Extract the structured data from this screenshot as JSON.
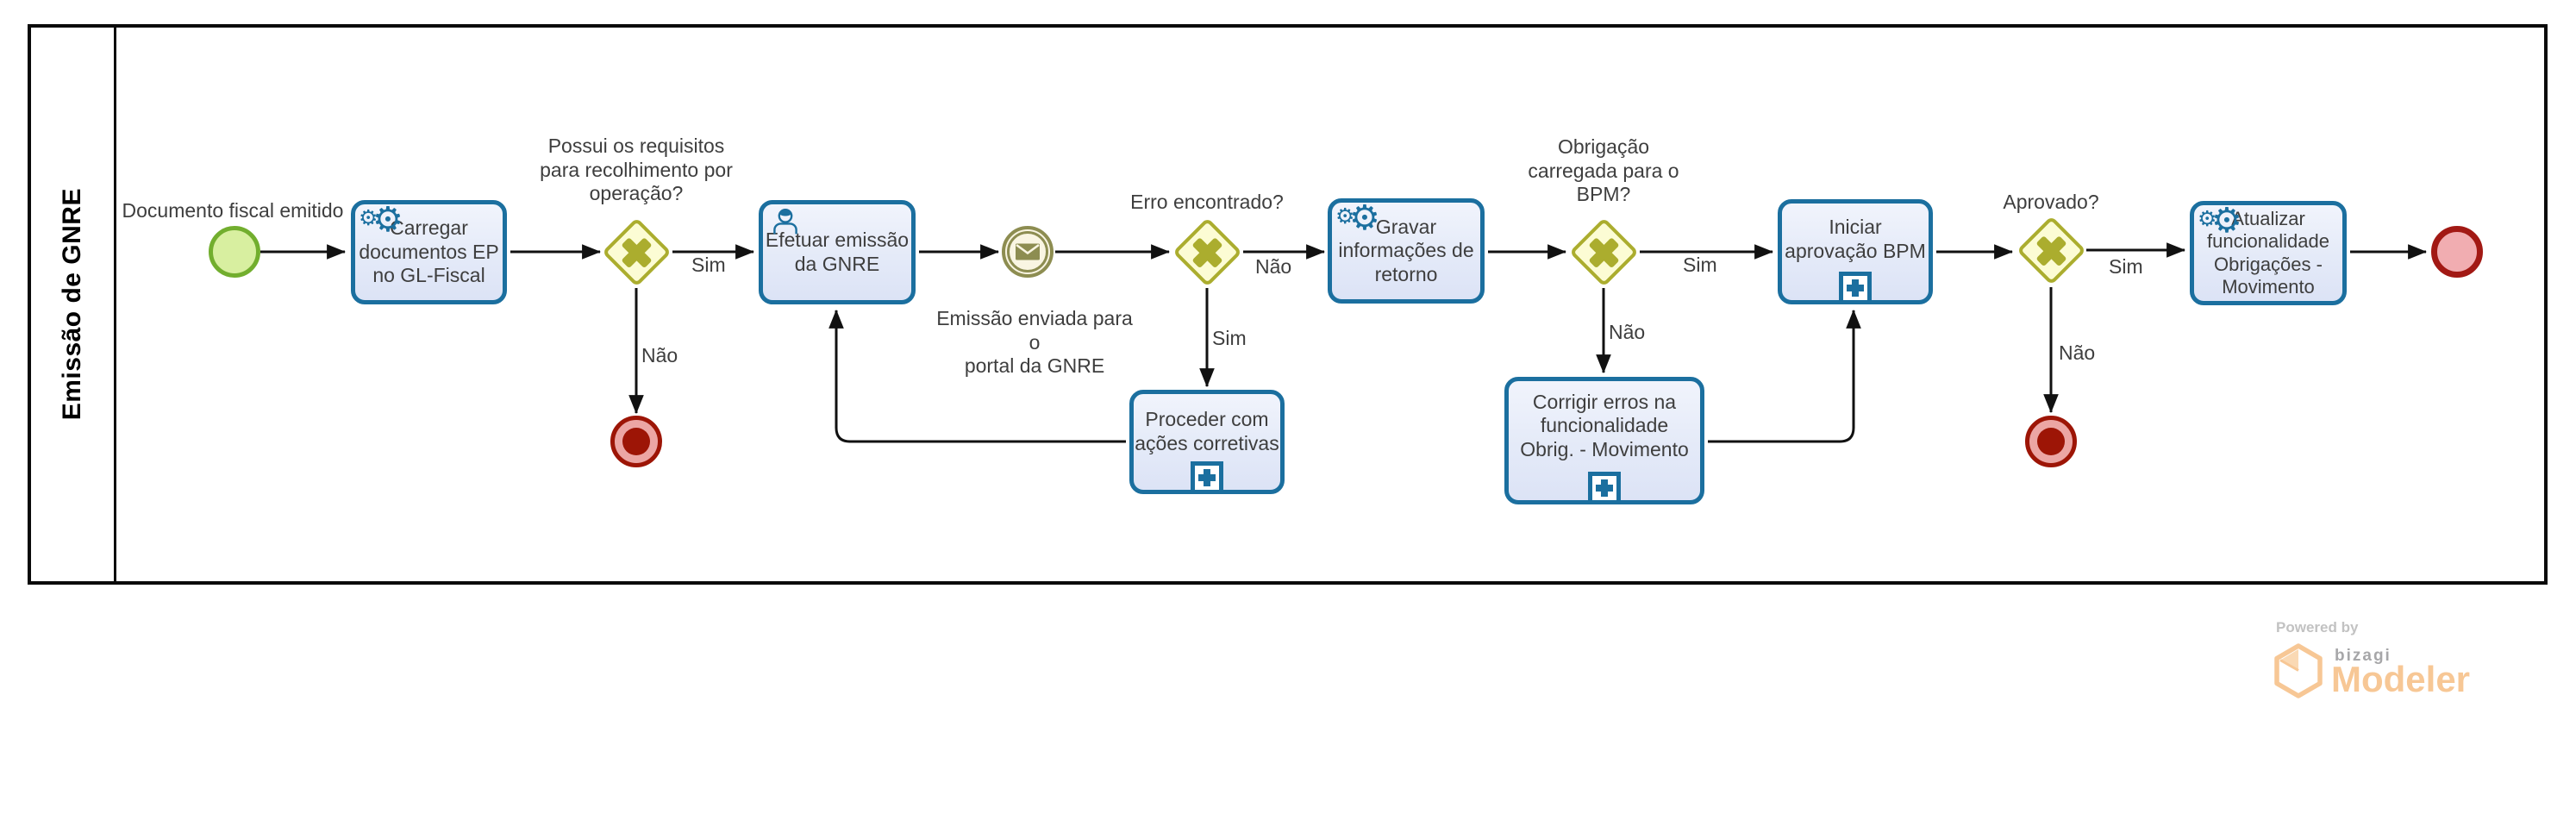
{
  "pool": {
    "title": "Emissão de GNRE"
  },
  "events": {
    "start_label": "Documento fiscal emitido",
    "message_label": "Emissão enviada para o\nportal da GNRE"
  },
  "tasks": {
    "carregar": "Carregar\ndocumentos EP\nno GL-Fiscal",
    "efetuar": "Efetuar emissão\nda GNRE",
    "gravar": "Gravar\ninformações de\nretorno",
    "proceder": "Proceder com\nações corretivas",
    "corrigir": "Corrigir erros na\nfuncionalidade\nObrig. - Movimento",
    "iniciar": "Iniciar\naprovação BPM",
    "atualizar": "Atualizar\nfuncionalidade\nObrigações -\nMovimento"
  },
  "gateways": {
    "requisitos": "Possui os requisitos\npara recolhimento por\noperação?",
    "erro": "Erro encontrado?",
    "obrigacao": "Obrigação\ncarregada para o\nBPM?",
    "aprovado": "Aprovado?"
  },
  "edges": {
    "sim": "Sim",
    "nao": "Não"
  },
  "icons": {
    "gear_glyph": "⚙"
  },
  "watermark": {
    "powered_by": "Powered by",
    "brand": "bizagi",
    "product": "Modeler"
  },
  "colors": {
    "task_border": "#1B6F9F",
    "task_fill": "#E4EAF8",
    "gateway_border": "#ABAD2E",
    "gateway_fill": "#FCFCD4",
    "start_border": "#72AE2E",
    "start_fill": "#D8EFA0",
    "terminate_border": "#9D1506",
    "terminate_fill": "#ECA6A4",
    "message_accent": "#8D8D51",
    "message_fill": "#F9F5E2",
    "end_border": "#A21914",
    "end_fill": "#F1ADB1",
    "watermark_accent": "#F7C795"
  }
}
